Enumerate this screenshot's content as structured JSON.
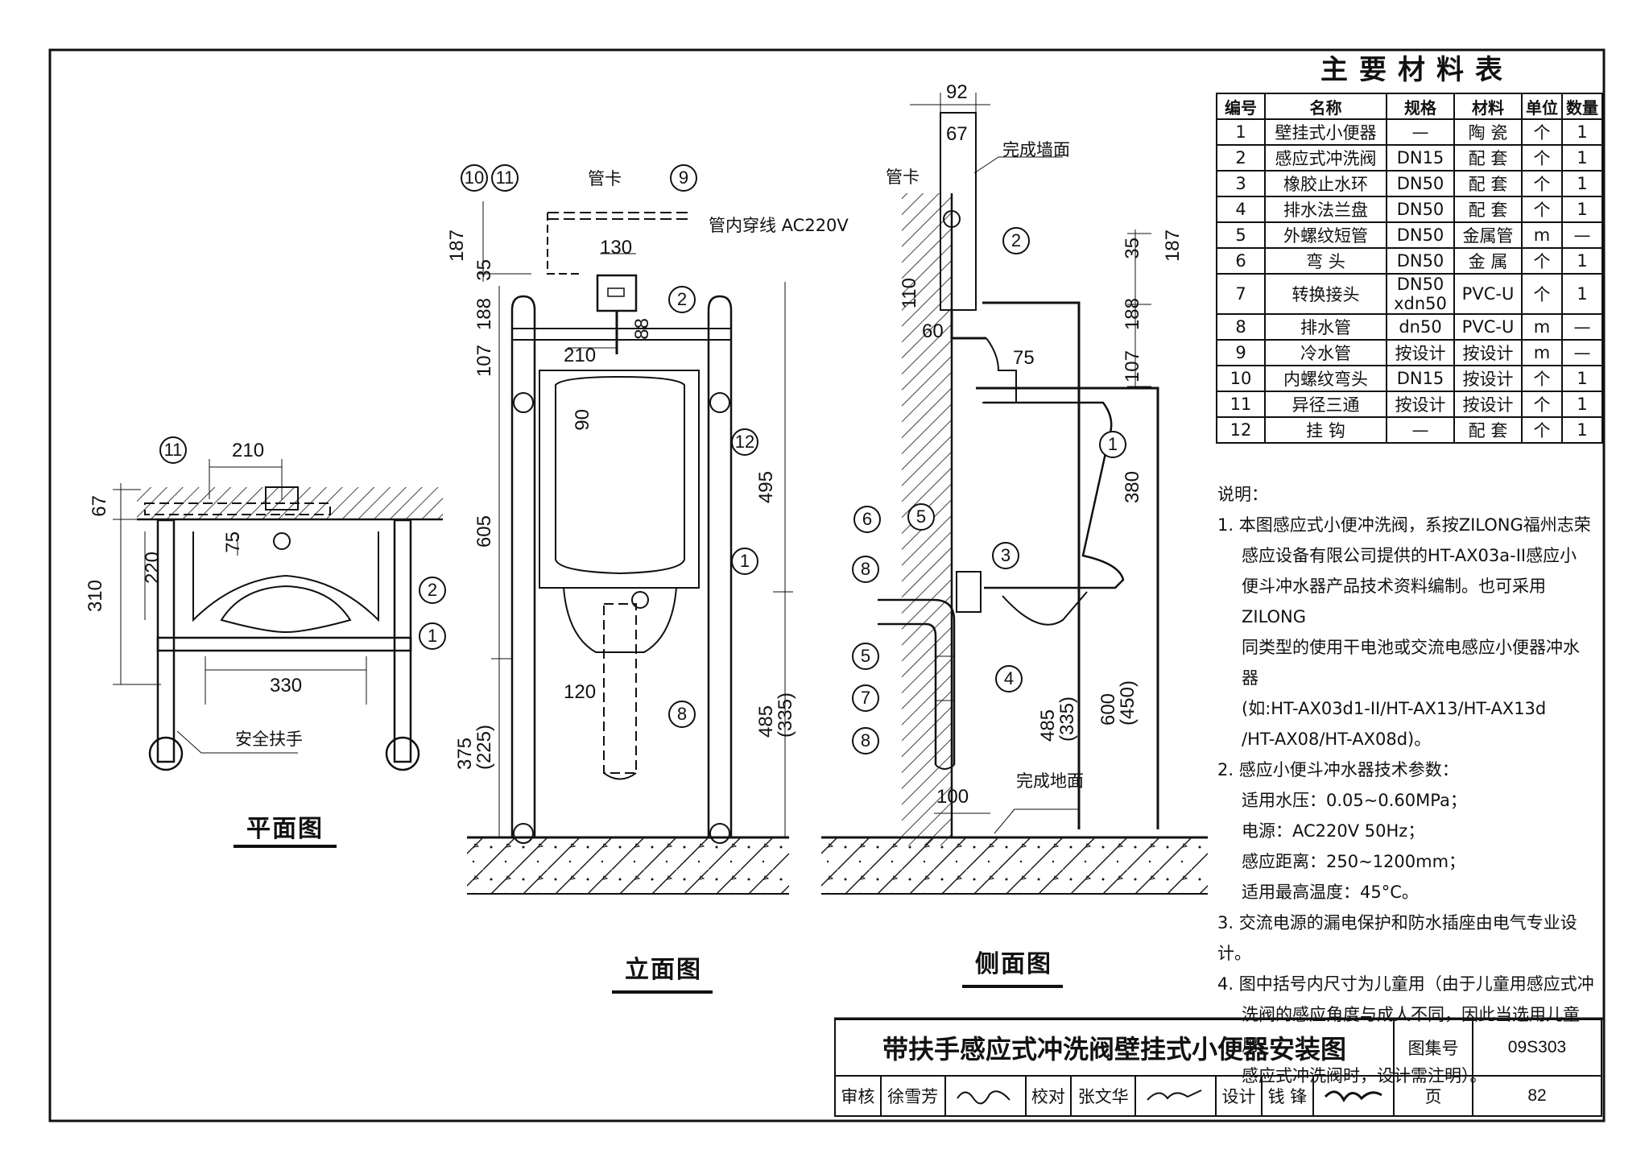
{
  "views": {
    "plan": {
      "title": "平面图",
      "handrail_label": "安全扶手",
      "dims": [
        "210",
        "67",
        "75",
        "220",
        "310",
        "330"
      ],
      "callouts": [
        "11",
        "2",
        "1"
      ]
    },
    "elevation": {
      "title": "立面图",
      "pipe_clamp": "管卡",
      "conduit_label": "管内穿线 AC220V",
      "dims": [
        "187",
        "35",
        "130",
        "188",
        "88",
        "107",
        "210",
        "90",
        "605",
        "495",
        "120",
        "375\n(225)",
        "485\n(335)"
      ],
      "callouts": [
        "10",
        "11",
        "9",
        "2",
        "12",
        "1",
        "8"
      ]
    },
    "side": {
      "title": "侧面图",
      "pipe_clamp": "管卡",
      "finished_wall": "完成墙面",
      "finished_floor": "完成地面",
      "dims": [
        "92",
        "67",
        "110",
        "60",
        "75",
        "187",
        "35",
        "188",
        "107",
        "380",
        "485\n(335)",
        "600\n(450)",
        "100"
      ],
      "callouts": [
        "2",
        "1",
        "6",
        "5",
        "8",
        "3",
        "5",
        "4",
        "7",
        "8"
      ]
    }
  },
  "materials": {
    "title": "主要材料表",
    "headers": [
      "编号",
      "名称",
      "规格",
      "材料",
      "单位",
      "数量"
    ],
    "rows": [
      [
        "1",
        "壁挂式小便器",
        "—",
        "陶 瓷",
        "个",
        "1"
      ],
      [
        "2",
        "感应式冲洗阀",
        "DN15",
        "配 套",
        "个",
        "1"
      ],
      [
        "3",
        "橡胶止水环",
        "DN50",
        "配 套",
        "个",
        "1"
      ],
      [
        "4",
        "排水法兰盘",
        "DN50",
        "配 套",
        "个",
        "1"
      ],
      [
        "5",
        "外螺纹短管",
        "DN50",
        "金属管",
        "m",
        "—"
      ],
      [
        "6",
        "弯 头",
        "DN50",
        "金 属",
        "个",
        "1"
      ],
      [
        "7",
        "转换接头",
        "DN50\nxdn50",
        "PVC-U",
        "个",
        "1"
      ],
      [
        "8",
        "排水管",
        "dn50",
        "PVC-U",
        "m",
        "—"
      ],
      [
        "9",
        "冷水管",
        "按设计",
        "按设计",
        "m",
        "—"
      ],
      [
        "10",
        "内螺纹弯头",
        "DN15",
        "按设计",
        "个",
        "1"
      ],
      [
        "11",
        "异径三通",
        "按设计",
        "按设计",
        "个",
        "1"
      ],
      [
        "12",
        "挂 钩",
        "—",
        "配 套",
        "个",
        "1"
      ]
    ]
  },
  "notes": {
    "heading": "说明：",
    "lines": [
      "1. 本图感应式小便冲洗阀，系按ZILONG福州志荣",
      "感应设备有限公司提供的HT-AX03a-II感应小",
      "便斗冲水器产品技术资料编制。也可采用ZILONG",
      "同类型的使用干电池或交流电感应小便器冲水器",
      "(如:HT-AX03d1-II/HT-AX13/HT-AX13d",
      "/HT-AX08/HT-AX08d)。",
      "2. 感应小便斗冲水器技术参数：",
      "适用水压：0.05~0.60MPa；",
      "电源：AC220V    50Hz；",
      "感应距离：250~1200mm；",
      "适用最高温度：45°C。",
      "3. 交流电源的漏电保护和防水插座由电气专业设计。",
      "4. 图中括号内尺寸为儿童用（由于儿童用感应式冲",
      "洗阀的感应角度与成人不同，因此当选用儿童用",
      "感应式冲洗阀时，设计需注明）。"
    ]
  },
  "title_block": {
    "drawing_title": "带扶手感应式冲洗阀壁挂式小便器安装图",
    "atlas_label": "图集号",
    "atlas_no": "09S303",
    "page_label": "页",
    "page_no": "82",
    "review_label": "审核",
    "reviewer": "徐雪芳",
    "check_label": "校对",
    "checker": "张文华",
    "design_label": "设计",
    "designer": "钱 锋"
  }
}
